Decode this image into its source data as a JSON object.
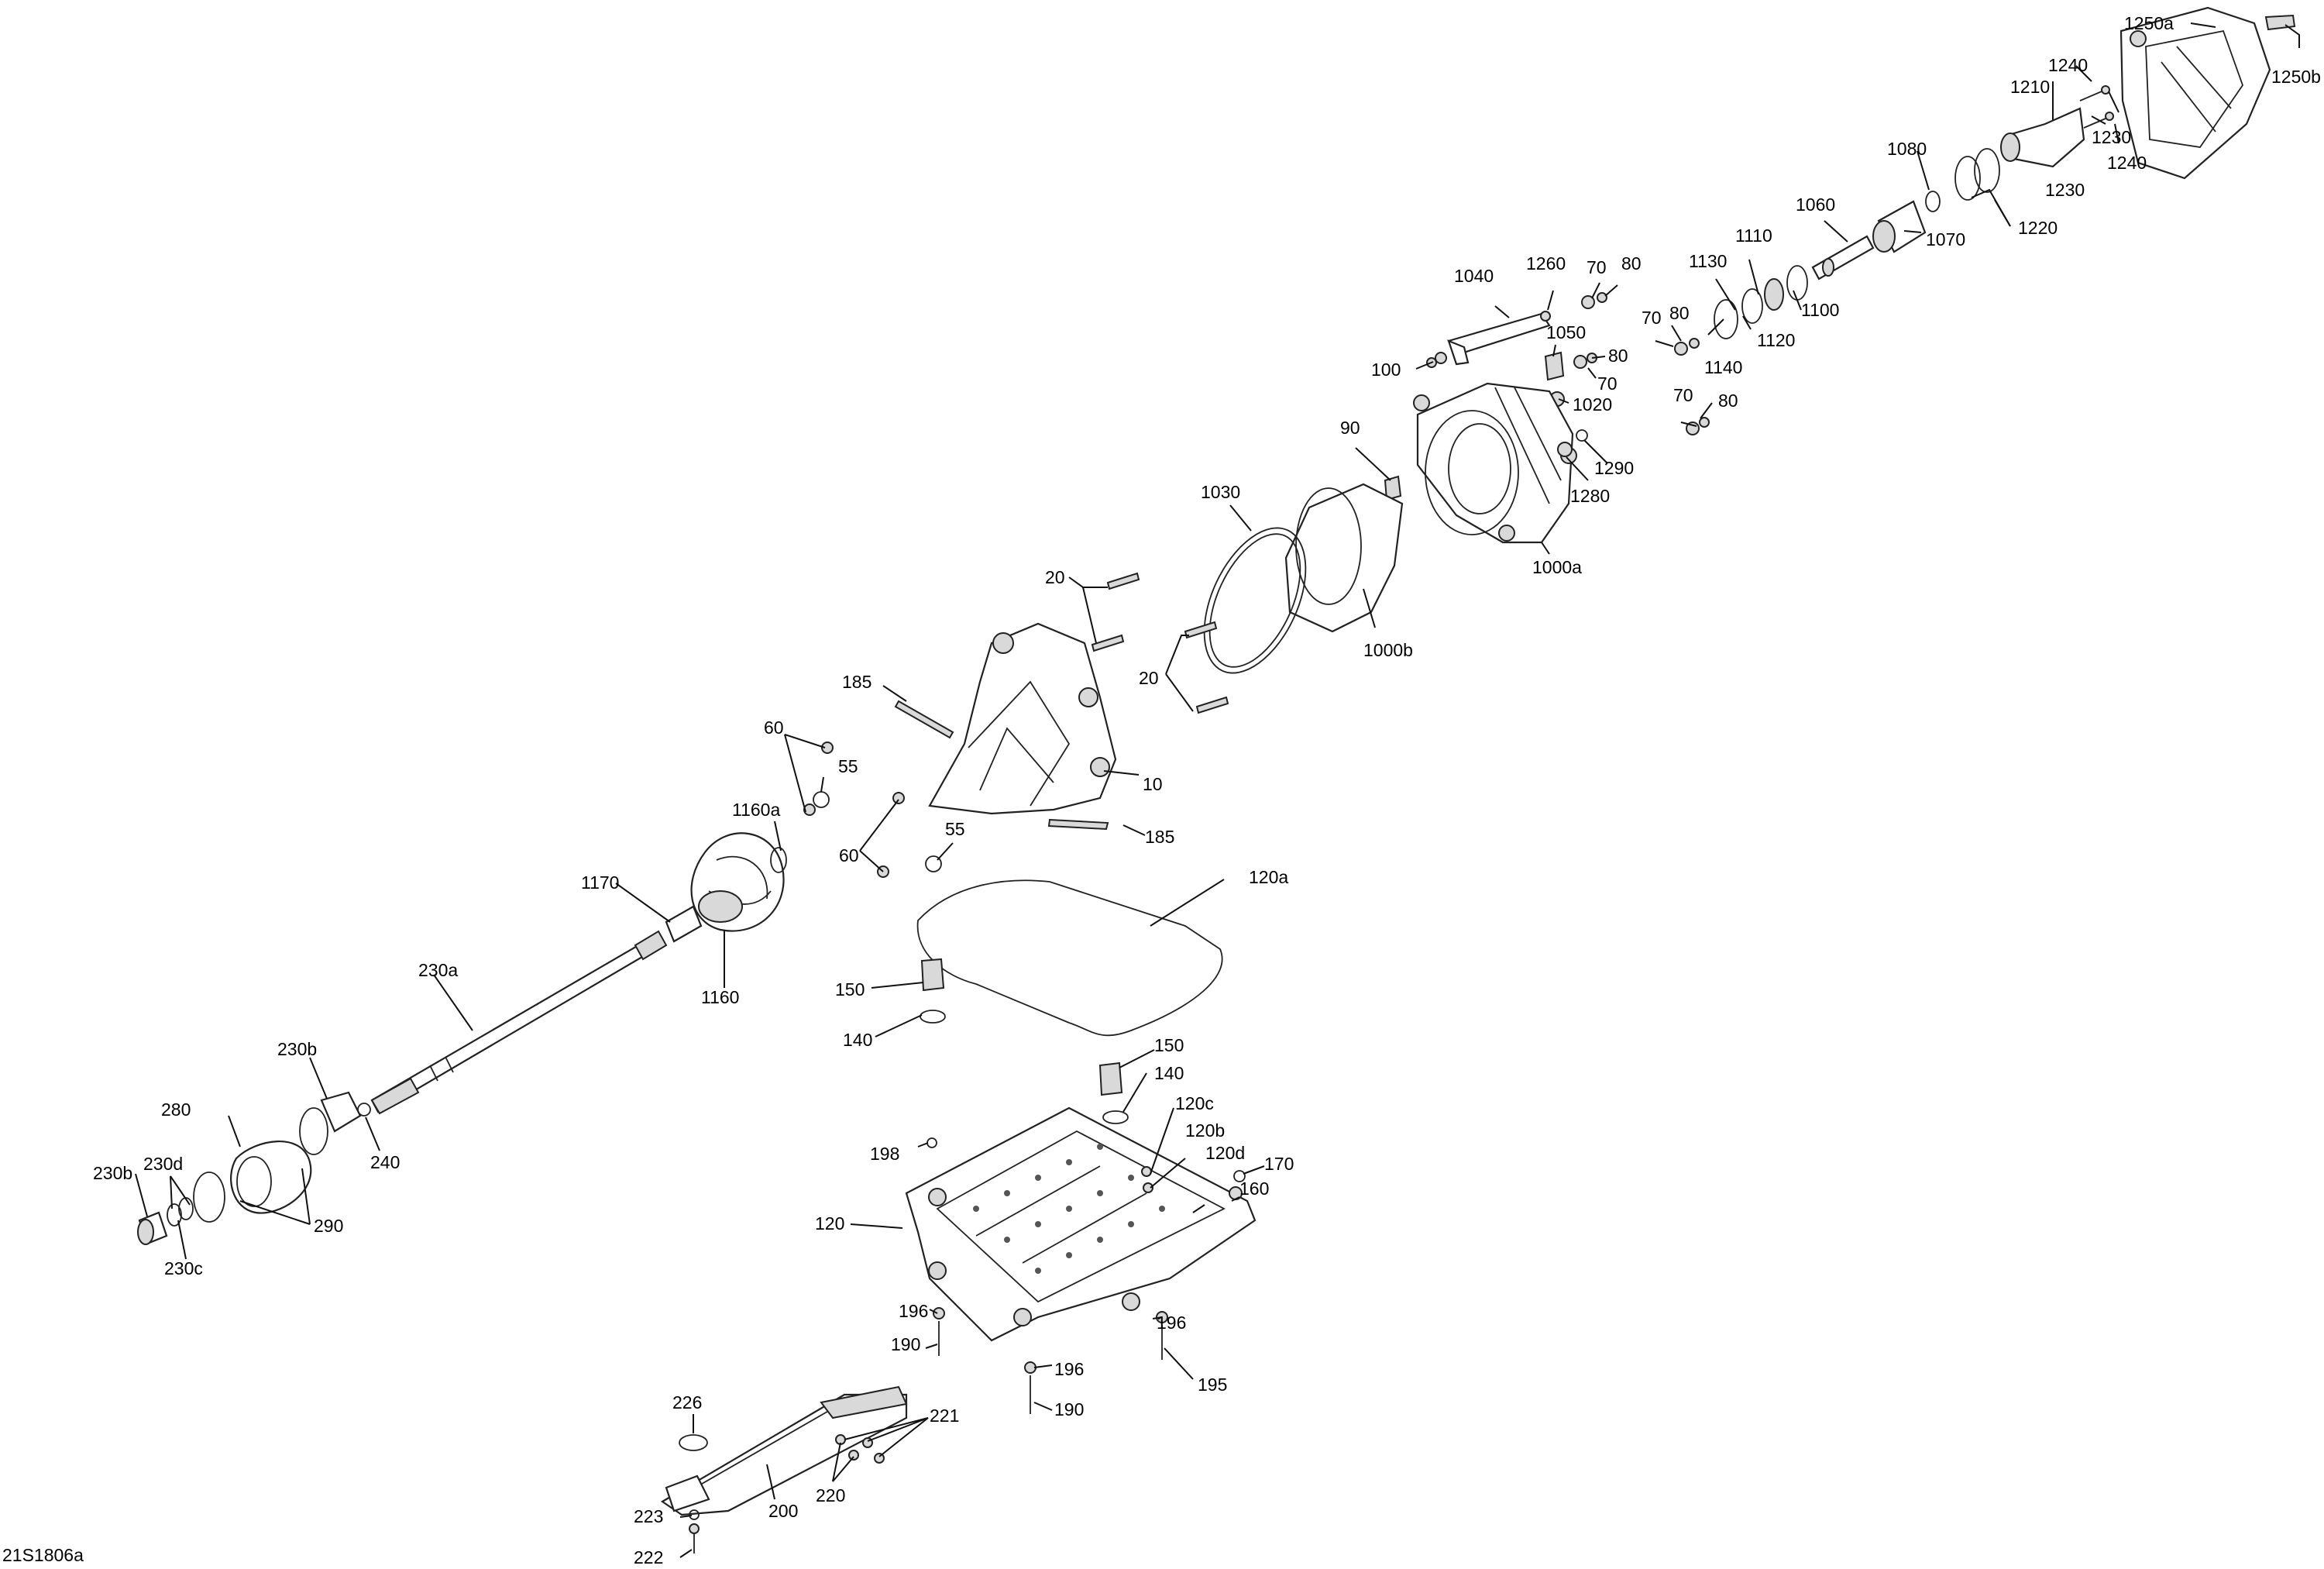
{
  "diagram": {
    "reference_code": "21S1806a",
    "callouts": [
      "1250a",
      "1250b",
      "1240",
      "1210",
      "1230",
      "1240",
      "1230",
      "1080",
      "1220",
      "1060",
      "1070",
      "1040",
      "1260",
      "70",
      "80",
      "1110",
      "1130",
      "1100",
      "70",
      "80",
      "1120",
      "1140",
      "1050",
      "80",
      "70",
      "100",
      "1020",
      "70",
      "80",
      "90",
      "1290",
      "1280",
      "1000a",
      "1030",
      "1000b",
      "20",
      "20",
      "185",
      "10",
      "60",
      "55",
      "1160a",
      "60",
      "55",
      "185",
      "1170",
      "1160",
      "120a",
      "230a",
      "150",
      "140",
      "150",
      "140",
      "230b",
      "280",
      "230d",
      "230b",
      "240",
      "120c",
      "120b",
      "198",
      "120d",
      "170",
      "290",
      "230c",
      "160",
      "120",
      "196",
      "196",
      "190",
      "196",
      "195",
      "190",
      "226",
      "221",
      "223",
      "200",
      "220",
      "222"
    ]
  }
}
